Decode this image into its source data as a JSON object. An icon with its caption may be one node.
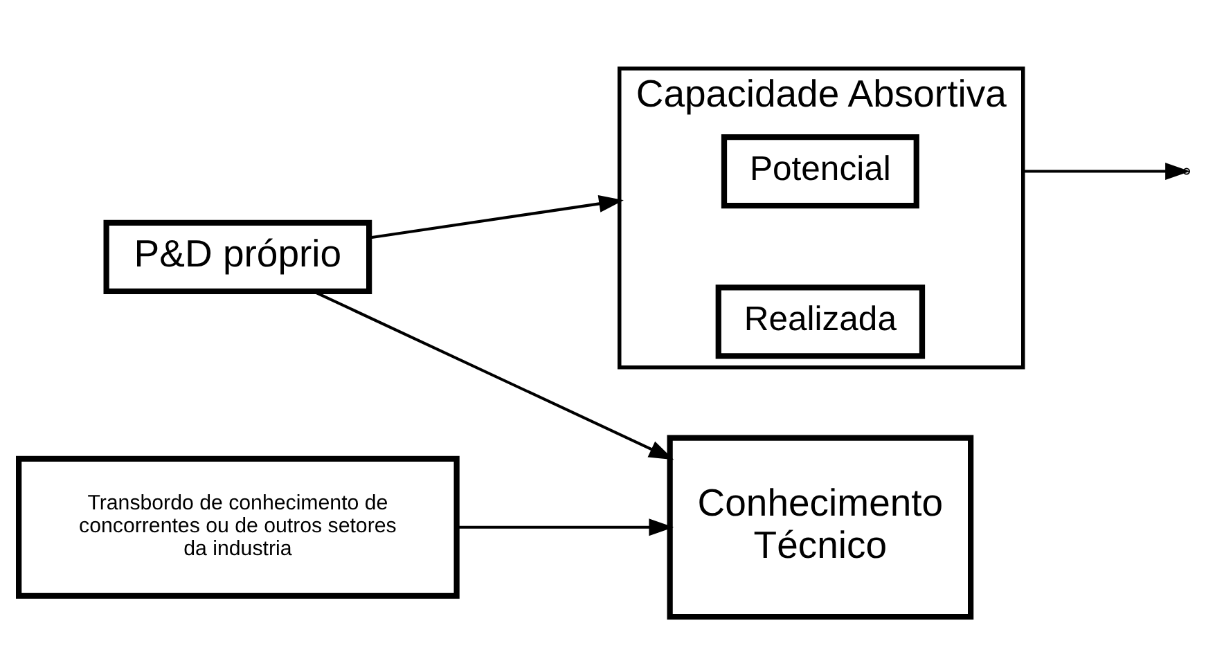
{
  "diagram": {
    "nodes": [
      {
        "text": [
          "Capacidade Absortiva"
        ]
      },
      {
        "text": [
          "Potencial"
        ],
        "in": 0
      },
      {
        "text": [
          "Realizada"
        ],
        "in": 0
      },
      {
        "text": [
          "P&D próprio"
        ]
      },
      {
        "text": [
          "Conhecimento Técnico"
        ]
      },
      {
        "text": [
          "Transbordo de conhecimento de concorrentes ou de outros setores da industria"
        ]
      }
    ],
    "edges": [
      {
        "from": 3,
        "to": 0,
        "arrow": "to"
      },
      {
        "from": 3,
        "to": 4,
        "arrow": "to"
      },
      {
        "from": 0,
        "to": null,
        "arrow": "to"
      },
      {
        "from": 5,
        "to": 4,
        "arrow": "to"
      }
    ]
  }
}
